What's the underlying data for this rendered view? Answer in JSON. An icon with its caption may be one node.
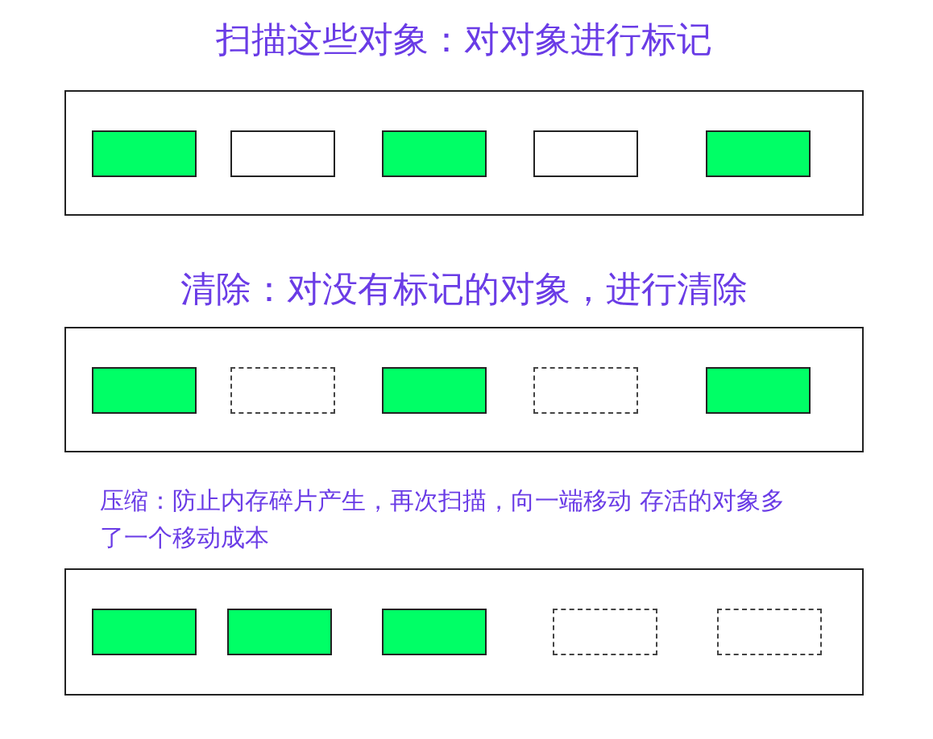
{
  "diagram": {
    "nodes": [
      {
        "text": [
          "扫描这些对象：对对象进行标记"
        ]
      },
      {
        "text": [],
        "shape": "box",
        "in": 0
      },
      {
        "text": [],
        "shape": "box",
        "in": 0
      },
      {
        "text": [],
        "shape": "box",
        "in": 0
      },
      {
        "text": [],
        "shape": "box",
        "in": 0
      },
      {
        "text": [],
        "shape": "box",
        "in": 0
      },
      {
        "text": [
          "清除：对没有标记的对象，进行清除"
        ]
      },
      {
        "text": [],
        "shape": "box",
        "in": 6
      },
      {
        "text": [],
        "shape": "box",
        "in": 6
      },
      {
        "text": [],
        "shape": "box",
        "in": 6
      },
      {
        "text": [],
        "shape": "box",
        "in": 6
      },
      {
        "text": [],
        "shape": "box",
        "in": 6
      },
      {
        "text": [
          "压缩：防止内存碎片产生，再次扫描，向一端移动 存活的对象多了一个移动成本"
        ]
      },
      {
        "text": [],
        "shape": "box",
        "in": 12
      },
      {
        "text": [],
        "shape": "box",
        "in": 12
      },
      {
        "text": [],
        "shape": "box",
        "in": 12
      },
      {
        "text": [],
        "shape": "box",
        "in": 12
      },
      {
        "text": [],
        "shape": "box",
        "in": 12
      }
    ]
  }
}
